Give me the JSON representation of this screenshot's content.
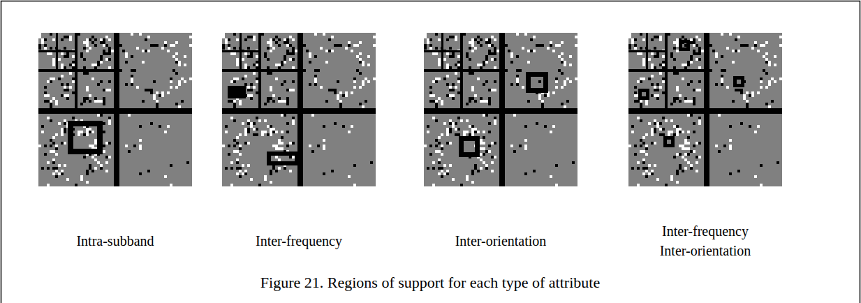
{
  "diagram": {
    "caption": "Figure 21. Regions of support for each type of attribute",
    "labels": [
      "Intra-subband",
      "Inter-frequency",
      "Inter-orientation",
      "Inter-frequency Inter-orientation"
    ]
  }
}
